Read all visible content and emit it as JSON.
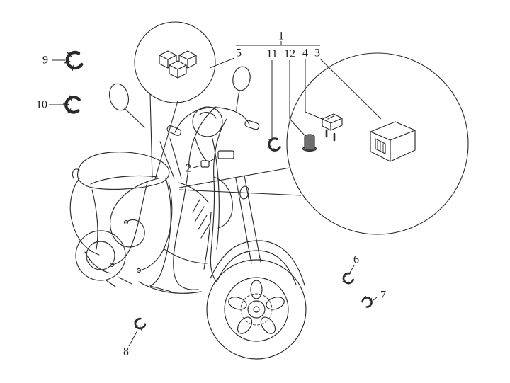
{
  "figure": {
    "type": "exploded-parts-diagram",
    "subject": "scooter main wiring harness and electrical components"
  },
  "colors": {
    "background": "#ffffff",
    "line": "#2a2a2a",
    "label": "#1a1a1a",
    "cap_fill": "#6f6f6f",
    "face_fill": "#ffffff"
  },
  "callouts": [
    "1",
    "2",
    "3",
    "4",
    "5",
    "6",
    "7",
    "8",
    "9",
    "10",
    "11",
    "12"
  ],
  "icons": {
    "relay_block": "relay-junction-block-icon",
    "blade_fuse": "blade-fuse-icon",
    "control_unit": "control-unit-icon",
    "rubber_cap": "rubber-cap-icon",
    "circlip": "circlip-icon",
    "small_sensor": "small-sensor-icon"
  }
}
